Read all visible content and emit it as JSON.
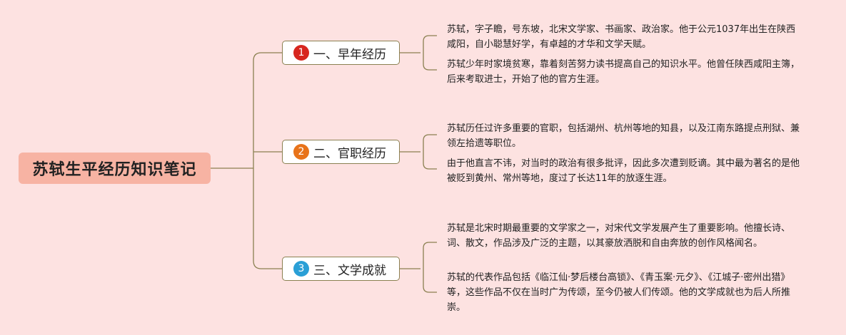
{
  "title": "苏轼生平经历知识笔记",
  "colors": {
    "background": "#fde2e1",
    "central_fill": "#f7b3a3",
    "connector": "#8b8051",
    "badge_1": "#d7261e",
    "badge_2": "#e8731a",
    "badge_3": "#2a9fd6"
  },
  "branches": [
    {
      "number": "1",
      "label": "一、早年经历",
      "leaves": [
        "苏轼，字子瞻，号东坡，北宋文学家、书画家、政治家。他于公元1037年出生在陕西咸阳，自小聪慧好学，有卓越的才华和文学天赋。",
        "苏轼少年时家境贫寒，靠着刻苦努力读书提高自己的知识水平。他曾任陕西咸阳主簿，后来考取进士，开始了他的官方生涯。"
      ]
    },
    {
      "number": "2",
      "label": "二、官职经历",
      "leaves": [
        "苏轼历任过许多重要的官职，包括湖州、杭州等地的知县，以及江南东路提点刑狱、兼领左拾遗等职位。",
        "由于他直言不讳，对当时的政治有很多批评，因此多次遭到贬谪。其中最为著名的是他被贬到黄州、常州等地，度过了长达11年的放逐生涯。"
      ]
    },
    {
      "number": "3",
      "label": "三、文学成就",
      "leaves": [
        "苏轼是北宋时期最重要的文学家之一，对宋代文学发展产生了重要影响。他擅长诗、词、散文，作品涉及广泛的主题，以其豪放洒脱和自由奔放的创作风格闻名。",
        "苏轼的代表作品包括《临江仙·梦后楼台高锁》、《青玉案·元夕》、《江城子·密州出猎》等，这些作品不仅在当时广为传颂，至今仍被人们传颂。他的文学成就也为后人所推崇。"
      ]
    }
  ]
}
